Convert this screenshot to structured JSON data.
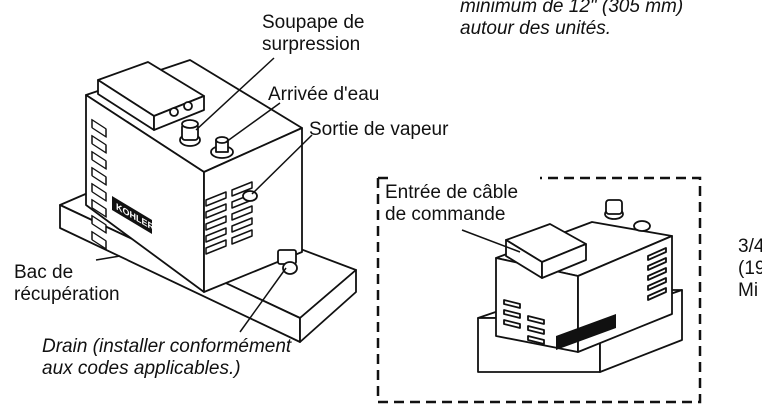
{
  "labels": {
    "relief_valve": [
      "Soupape de",
      "surpression"
    ],
    "water_inlet": "Arrivée d'eau",
    "steam_outlet": "Sortie de vapeur",
    "drip_pan": [
      "Bac de",
      "récupération"
    ],
    "drain": [
      "Drain (installer conformément",
      "aux codes applicables.)"
    ],
    "control_cable": [
      "Entrée de câble",
      "de commande"
    ],
    "clearance_note": [
      "minimum de 12\" (305 mm)",
      "autour des unités."
    ],
    "right_cut": [
      "3/4",
      "(19",
      "Mi"
    ]
  },
  "brand": "KOHLER"
}
